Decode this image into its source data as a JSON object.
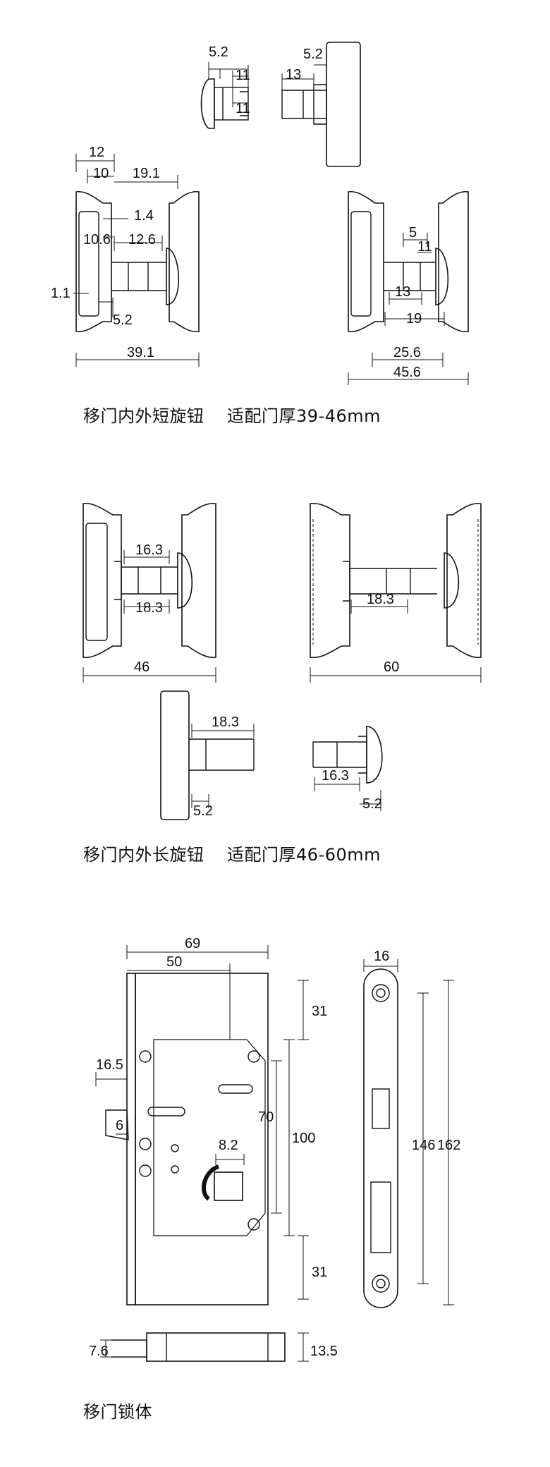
{
  "captions": {
    "short_knob": "移门内外短旋钮    适配门厚39-46mm",
    "long_knob": "移门内外长旋钮    适配门厚46-60mm",
    "lock_body": "移门锁体"
  },
  "dims": {
    "s1": {
      "a": "5.2",
      "b": "11",
      "c": "11",
      "d": "5.2",
      "e": "13"
    },
    "s2": {
      "a": "12",
      "b": "10",
      "c": "19.1",
      "d": "1.4",
      "e": "10.6",
      "f": "12.6",
      "g": "1.1",
      "h": "5.2",
      "i": "39.1"
    },
    "s3": {
      "a": "5",
      "b": "11",
      "c": "13",
      "d": "19",
      "e": "25.6",
      "f": "45.6"
    },
    "l1": {
      "a": "16.3",
      "b": "18.3",
      "c": "46"
    },
    "l2": {
      "a": "18.3",
      "b": "60"
    },
    "l3": {
      "a": "18.3",
      "b": "5.2"
    },
    "l4": {
      "a": "16.3",
      "b": "5.2"
    },
    "lb": {
      "a": "69",
      "b": "50",
      "c": "31",
      "d": "100",
      "e": "70",
      "f": "31",
      "g": "16.5",
      "h": "6",
      "i": "8.2",
      "j": "7.6",
      "k": "13.5"
    },
    "fp": {
      "a": "16",
      "b": "146",
      "c": "162"
    }
  }
}
